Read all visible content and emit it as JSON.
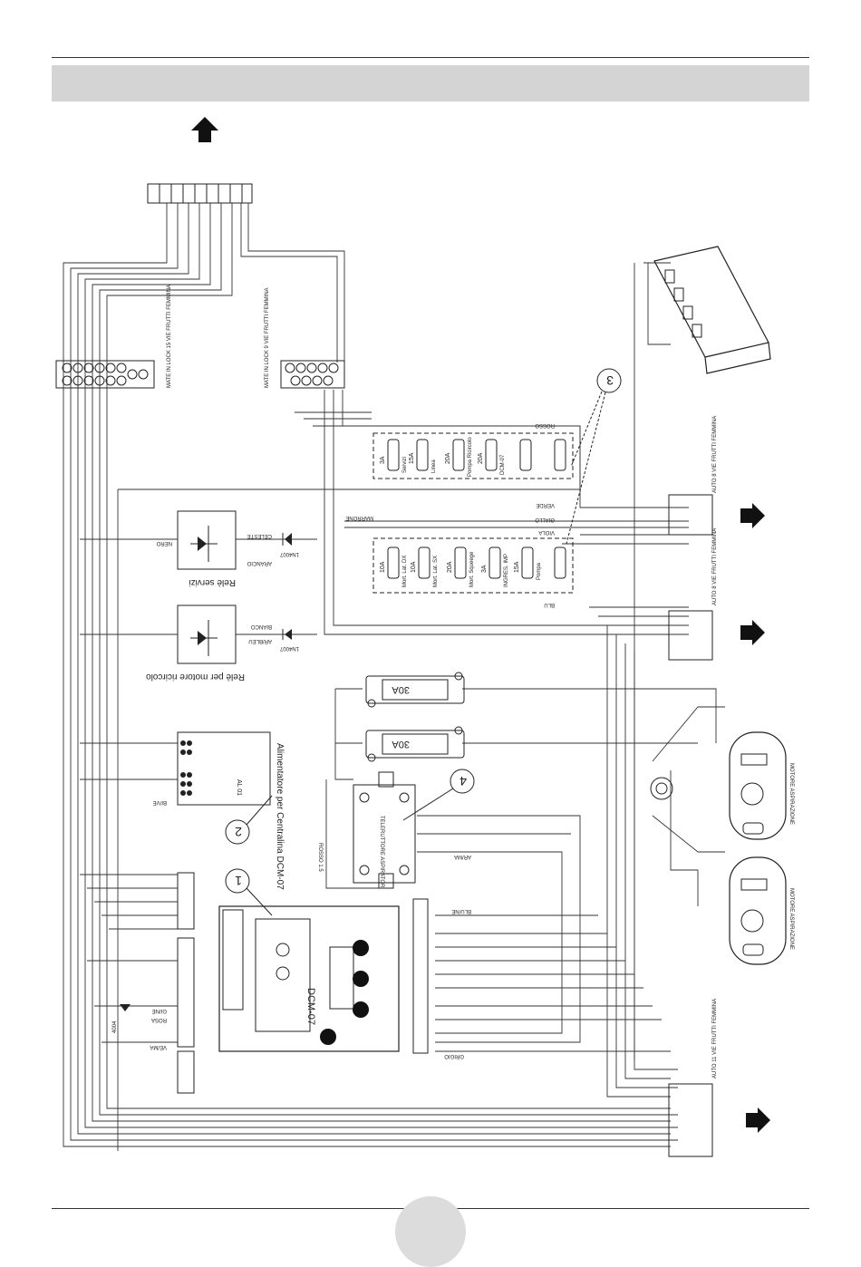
{
  "diagram": {
    "fuses_top": [
      "3A",
      "15A",
      "20A",
      "20A"
    ],
    "fuses_top_labels": [
      "Servizi",
      "Linea",
      "Pompa Ricircolo",
      "DCM-07"
    ],
    "fuses_bottom": [
      "10A",
      "10A",
      "20A",
      "3A",
      "15A"
    ],
    "fuses_bottom_labels": [
      "Mort. Lat. DX",
      "Mort. Lat. SX",
      "Mort. Squeege",
      "INGRES. IMP",
      "Pompa"
    ],
    "breakers": [
      "30A",
      "30A"
    ],
    "relay_servizi": "Relè servizi",
    "relay_ricircolo": "Relè per motore ricircolo",
    "power_supply": "Alimentatore per Centralina DCM-07",
    "power_supply_code": "AL 01",
    "controller": "DCM-07",
    "remote_switch": "TELERUTTORE ASPIRATORI",
    "motor": "MOTORE ASPIRAZIONE",
    "connector_15": "MATE IN LOCK 15 VIE FRUTTI FEMMINA",
    "connector_9": "MATE IN LOCK 9 VIE FRUTTI FEMMINA",
    "connector_auto_8": "AUTO 8 VIE FRUTTI FEMMINA",
    "connector_auto_11": "AUTO 11 VIE FRUTTI FEMMINA",
    "diode": "1N4007",
    "diode2": "4004",
    "callouts": [
      "1",
      "2",
      "3",
      "4"
    ],
    "wires": [
      "NERO",
      "ARANCIO",
      "CELESTE",
      "BIANCO",
      "MARRONE",
      "ROSSO",
      "VERDE",
      "GIALLO",
      "VIOLA",
      "BLU",
      "ROSA",
      "GRIGIO",
      "AR/BLEU",
      "BI/VE",
      "VE/MA",
      "GI/NE",
      "BLU/NE",
      "AR/MA",
      "ROSSO 1.5"
    ]
  }
}
